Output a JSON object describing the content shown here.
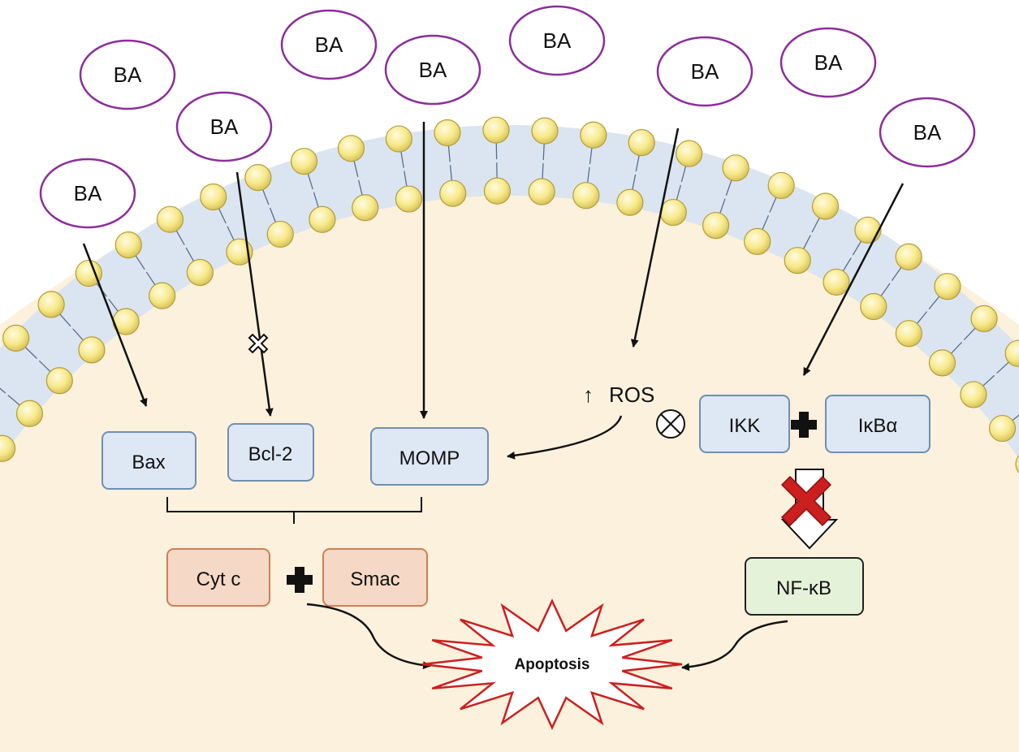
{
  "ligand": {
    "label": "BA",
    "count": 9,
    "ring_color": "#8b2e9a"
  },
  "proteins": {
    "bax": "Bax",
    "bcl2": "Bcl-2",
    "momp": "MOMP",
    "ikk": "IKK",
    "ikba": "IκBα",
    "nfkb": "NF-κB",
    "cytc": "Cyt c",
    "smac": "Smac"
  },
  "ros": {
    "arrow": "↑",
    "label": "ROS"
  },
  "outcome": {
    "label": "Apoptosis"
  },
  "colors": {
    "cytoplasm": "#fcf1dc",
    "membrane_band": "#dbe5f1",
    "lipid_head": "#f7e98b",
    "box_blue_fill": "#dde8f4",
    "box_blue_stroke": "#6f8fb3",
    "box_orange_fill": "#f5d9c6",
    "box_orange_stroke": "#cc8055",
    "box_green_fill": "#e4f2d9",
    "box_green_stroke": "#222222",
    "burst_stroke": "#cc1f1f",
    "red_cross": "#cc1f1f"
  }
}
